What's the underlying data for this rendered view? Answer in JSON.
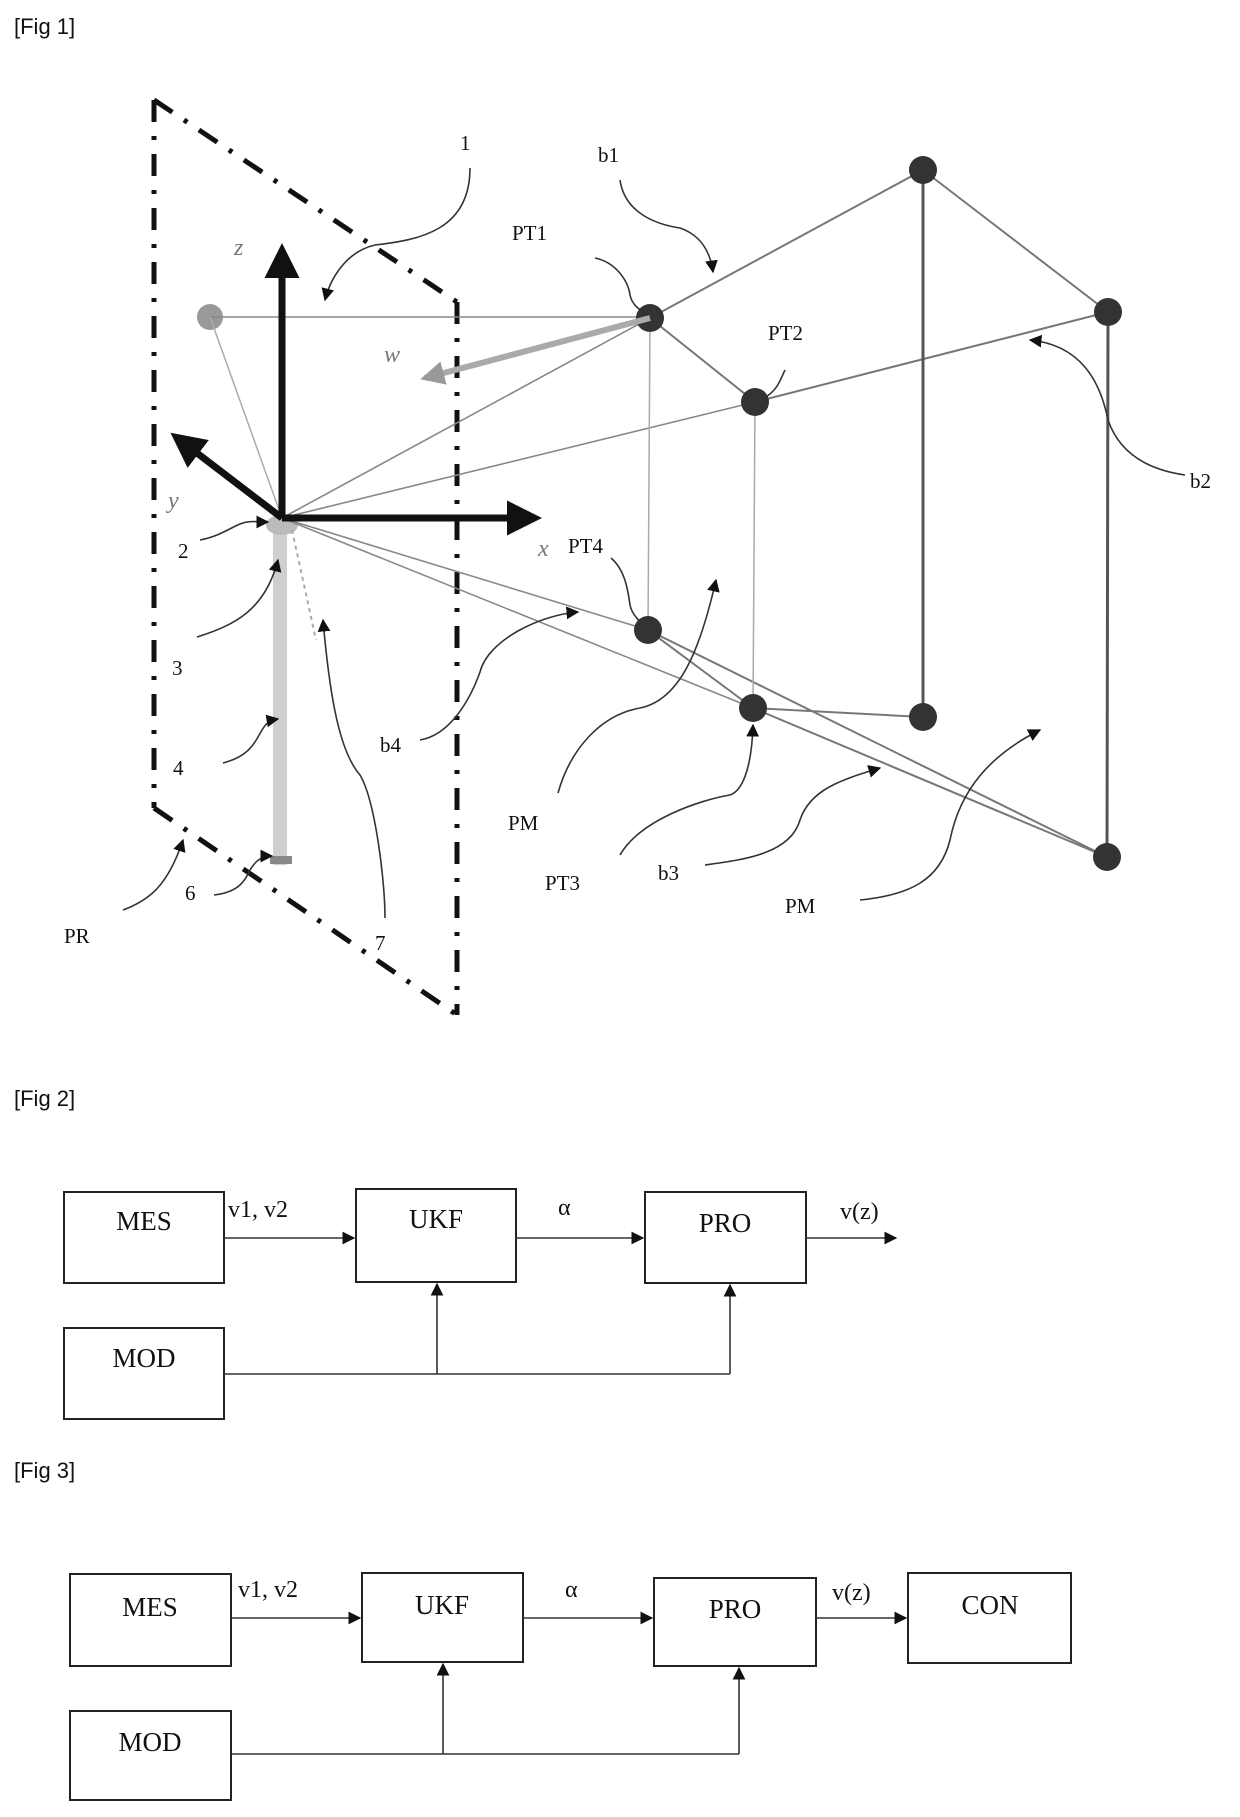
{
  "figures": {
    "fig1": {
      "title": "[Fig 1]",
      "axis_labels": {
        "z": "z⃗",
        "y": "y⃗",
        "x": "x⃗",
        "w": "w⃗"
      },
      "labels": {
        "ref_1": "1",
        "ref_2": "2",
        "ref_3": "3",
        "ref_4": "4",
        "ref_6": "6",
        "ref_7": "7",
        "pr": "PR",
        "b1": "b1",
        "b2": "b2",
        "b3": "b3",
        "b4": "b4",
        "pt1": "PT1",
        "pt2": "PT2",
        "pt3": "PT3",
        "pt4": "PT4",
        "pm_1": "PM",
        "pm_2": "PM"
      }
    },
    "fig2": {
      "title": "[Fig 2]",
      "boxes": {
        "mes": "MES",
        "ukf": "UKF",
        "pro": "PRO",
        "mod": "MOD"
      },
      "signals": {
        "mes_ukf": "v1, v2",
        "ukf_pro": "α",
        "pro_out": "v(z)"
      }
    },
    "fig3": {
      "title": "[Fig 3]",
      "boxes": {
        "mes": "MES",
        "ukf": "UKF",
        "pro": "PRO",
        "con": "CON",
        "mod": "MOD"
      },
      "signals": {
        "mes_ukf": "v1, v2",
        "ukf_pro": "α",
        "pro_con": "v(z)"
      }
    }
  }
}
